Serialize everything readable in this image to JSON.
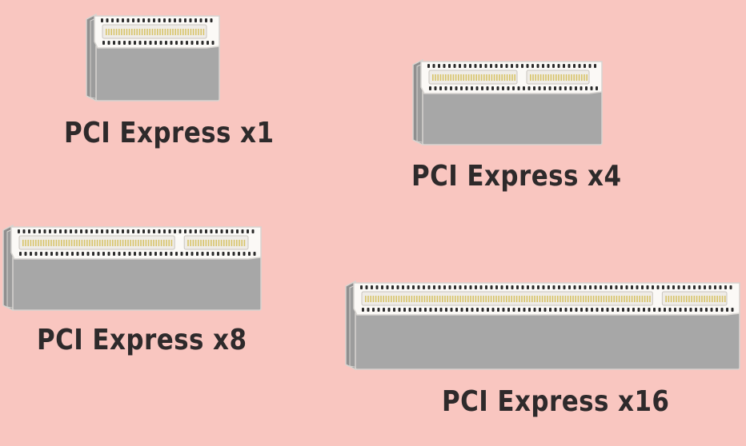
{
  "diagram": {
    "slots": [
      {
        "id": "x1",
        "label": "PCI Express x1",
        "key_segment_lanes": 0
      },
      {
        "id": "x4",
        "label": "PCI Express x4",
        "key_segment_lanes": 1
      },
      {
        "id": "x8",
        "label": "PCI Express x8",
        "key_segment_lanes": 1
      },
      {
        "id": "x16",
        "label": "PCI Express x16",
        "key_segment_lanes": 1
      }
    ],
    "colors": {
      "background": "#f9c6c0",
      "slot_top": "#fbf9f6",
      "slot_body": "#a7a7a7",
      "slot_side": "#8f8f8f",
      "pin_holes": "#2b2b2b",
      "contacts": "#d8c46a",
      "outline": "#d7d4d0",
      "label_text": "#2e2a2b"
    }
  }
}
